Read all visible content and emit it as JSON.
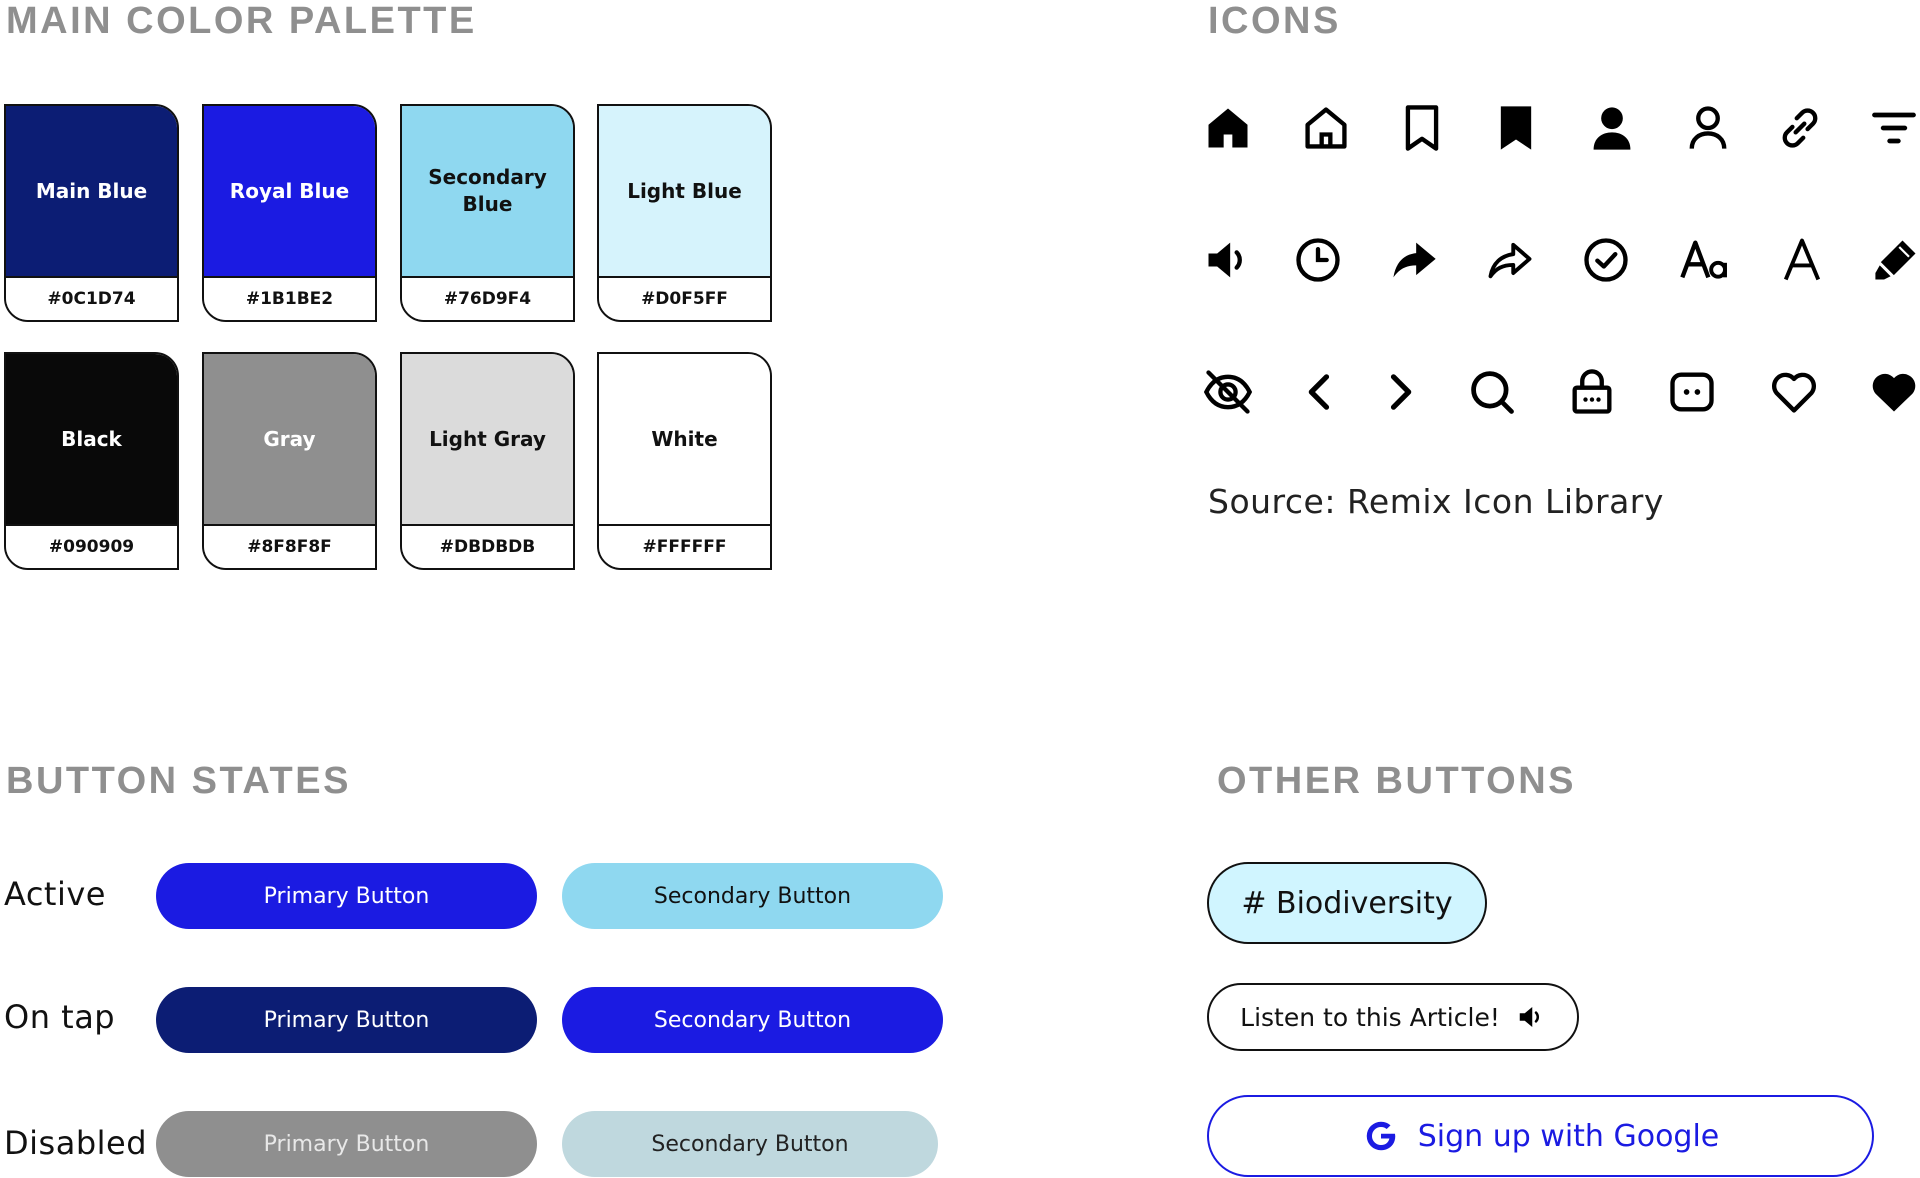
{
  "sections": {
    "palette_title": "MAIN COLOR PALETTE",
    "icons_title": "ICONS",
    "states_title": "BUTTON STATES",
    "other_title": "OTHER BUTTONS"
  },
  "palette": [
    {
      "name": "Main Blue",
      "hex": "#0C1D74",
      "color": "#0C1D74",
      "text_color": "#ffffff"
    },
    {
      "name": "Royal Blue",
      "hex": "#1B1BE2",
      "color": "#1B1BE2",
      "text_color": "#ffffff"
    },
    {
      "name": "Secondary Blue",
      "hex": "#76D9F4",
      "color": "#8FD8F0",
      "text_color": "#111111"
    },
    {
      "name": "Light Blue",
      "hex": "#D0F5FF",
      "color": "#D6F3FC",
      "text_color": "#111111"
    },
    {
      "name": "Black",
      "hex": "#090909",
      "color": "#090909",
      "text_color": "#ffffff"
    },
    {
      "name": "Gray",
      "hex": "#8F8F8F",
      "color": "#8F8F8F",
      "text_color": "#ffffff"
    },
    {
      "name": "Light Gray",
      "hex": "#DBDBDB",
      "color": "#DBDBDB",
      "text_color": "#111111"
    },
    {
      "name": "White",
      "hex": "#FFFFFF",
      "color": "#FFFFFF",
      "text_color": "#111111"
    }
  ],
  "icons": {
    "rows": [
      [
        "home-fill-icon",
        "home-line-icon",
        "bookmark-line-icon",
        "bookmark-fill-icon",
        "user-fill-icon",
        "user-line-icon",
        "link-icon",
        "filter-icon"
      ],
      [
        "volume-icon",
        "clock-icon",
        "share-forward-fill-icon",
        "share-forward-line-icon",
        "check-circle-icon",
        "font-size-icon",
        "text-icon",
        "marker-pen-icon"
      ],
      [
        "eye-off-icon",
        "arrow-left-icon",
        "arrow-right-icon",
        "search-icon",
        "lock-icon",
        "chat-icon",
        "heart-line-icon",
        "heart-fill-icon"
      ]
    ],
    "source": "Source: Remix Icon Library"
  },
  "button_states": {
    "rows": [
      {
        "label": "Active",
        "primary": "Primary Button",
        "secondary": "Secondary Button"
      },
      {
        "label": "On tap",
        "primary": "Primary Button",
        "secondary": "Secondary Button"
      },
      {
        "label": "Disabled",
        "primary": "Primary Button",
        "secondary": "Secondary Button"
      }
    ]
  },
  "other_buttons": {
    "hashtag": "# Biodiversity",
    "listen": "Listen to this Article!",
    "google": "Sign up with Google"
  },
  "colors": {
    "main_blue": "#0C1D74",
    "royal_blue": "#1B1BE2",
    "secondary_blue": "#8FD8F0",
    "light_blue": "#D0F5FF",
    "gray": "#8F8F8F",
    "disabled_secondary": "#BFD8DE",
    "title_gray": "#8F8F8F"
  }
}
